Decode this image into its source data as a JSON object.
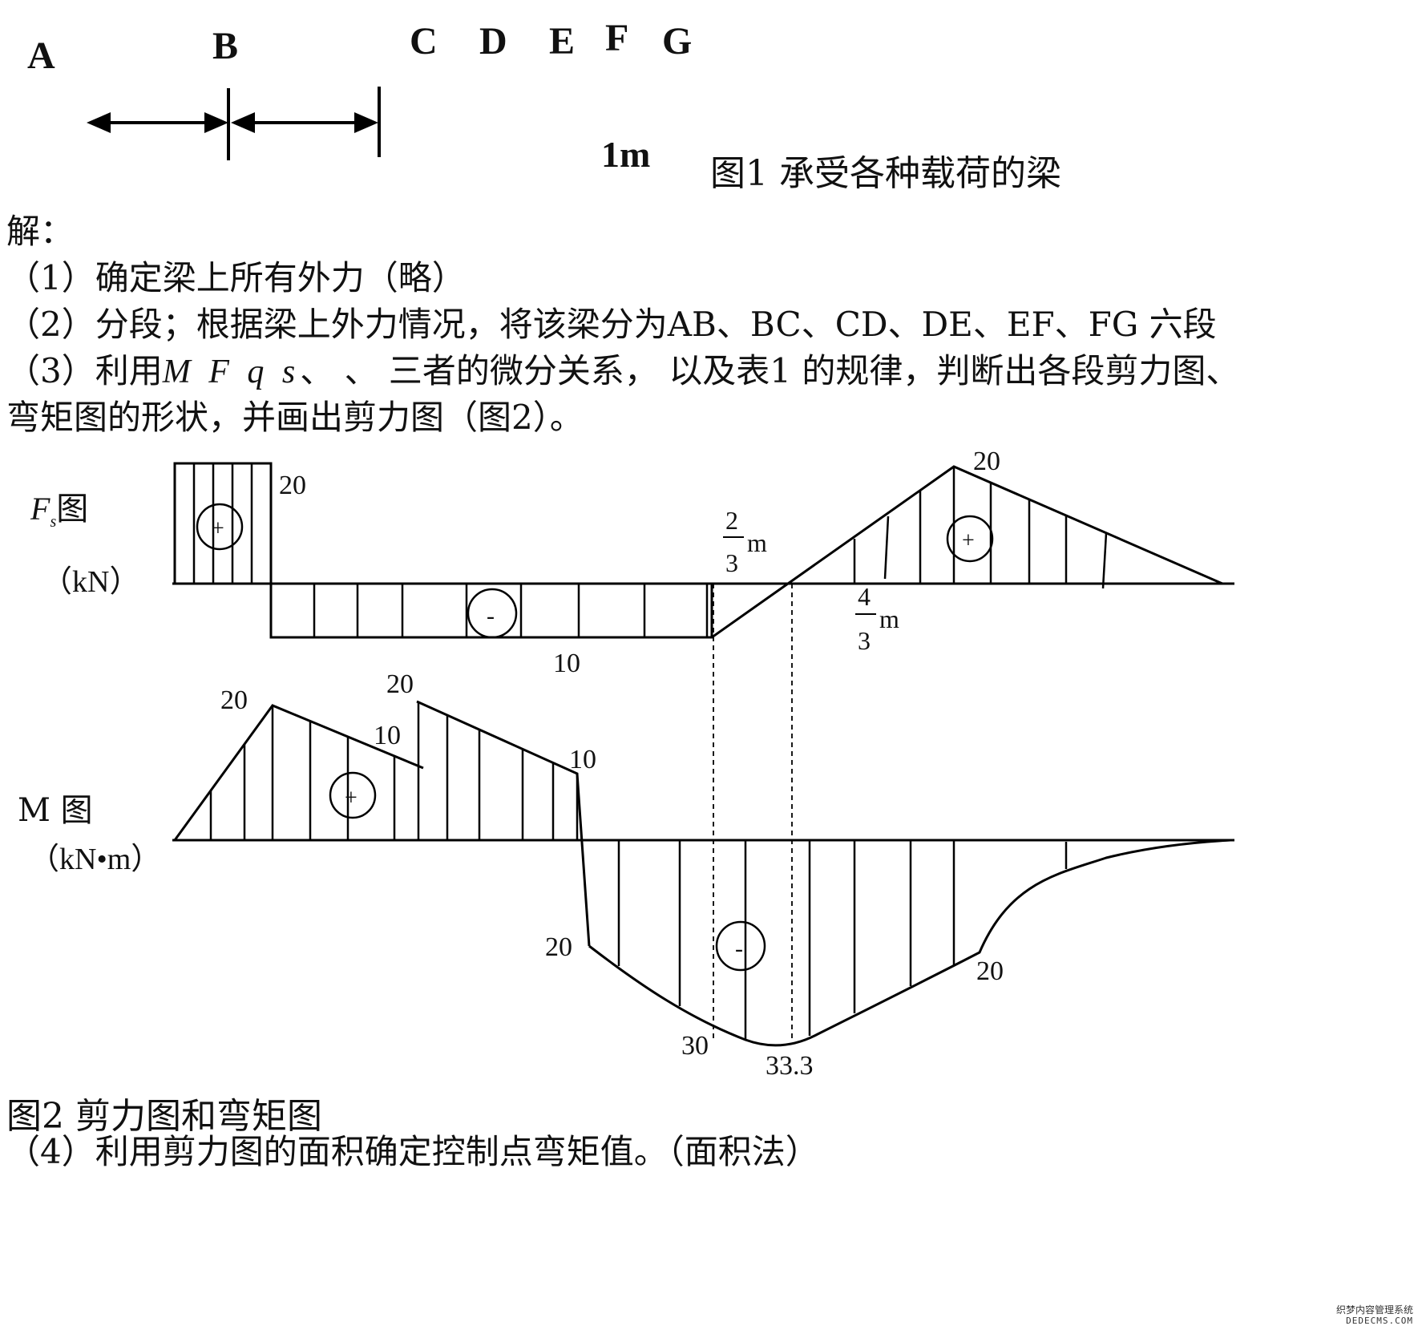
{
  "fig1": {
    "points": [
      "A",
      "B",
      "C",
      "D",
      "E",
      "F",
      "G"
    ],
    "dimension": "1m",
    "caption": "图1 承受各种载荷的梁"
  },
  "solution": {
    "heading": "解：",
    "step1": "（1）确定梁上所有外力（略）",
    "step2": "（2）分段；根据梁上外力情况，将该梁分为AB、BC、CD、DE、EF、FG 六段",
    "step3_a": "（3）利用",
    "step3_vars": "M F q s",
    "step3_b": "、 、 三者的微分关系， 以及表1 的规律，判断出各段剪力图、",
    "step3_c": "弯矩图的形状，并画出剪力图（图2）。",
    "step4": "（4）利用剪力图的面积确定控制点弯矩值。（面积法）"
  },
  "fig2": {
    "caption": "图2 剪力图和弯矩图",
    "shear": {
      "title_main": "F",
      "title_sub": "s",
      "title_suffix": "图",
      "unit": "（kN）",
      "values": {
        "max_left": "20",
        "min_mid": "10",
        "max_right": "20"
      },
      "zero_dist_num": "2",
      "zero_dist_den": "3",
      "zero_dist_unit": "m",
      "peak_dist_num": "4",
      "peak_dist_den": "3",
      "peak_dist_unit": "m",
      "signs": [
        "+",
        "-",
        "+"
      ]
    },
    "moment": {
      "title": "M 图",
      "unit": "（kN•m）",
      "values": {
        "peak1": "20",
        "drop1": "10",
        "peak2": "20",
        "end2": "10",
        "neg_start": "20",
        "neg_d": "30",
        "neg_min": "33.3",
        "neg_f": "20"
      },
      "signs": [
        "+",
        "-"
      ]
    }
  },
  "watermark": {
    "line1": "织梦内容管理系统",
    "line2": "DEDECMS.COM"
  }
}
